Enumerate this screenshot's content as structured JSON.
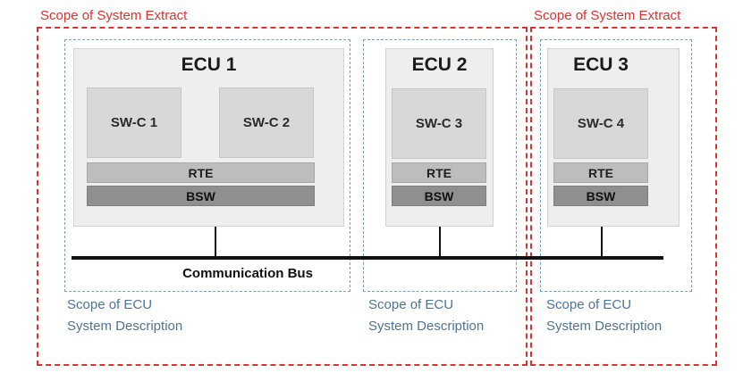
{
  "system_extract_label": "Scope of System Extract",
  "ecus": [
    {
      "title": "ECU 1",
      "swcs": [
        "SW-C 1",
        "SW-C 2"
      ],
      "rte": "RTE",
      "bsw": "BSW"
    },
    {
      "title": "ECU 2",
      "swcs": [
        "SW-C 3"
      ],
      "rte": "RTE",
      "bsw": "BSW"
    },
    {
      "title": "ECU 3",
      "swcs": [
        "SW-C 4"
      ],
      "rte": "RTE",
      "bsw": "BSW"
    }
  ],
  "ecu_scope_label": [
    "Scope of ECU",
    "System Description"
  ],
  "bus_label": "Communication Bus",
  "colors": {
    "system_extract": "#e03030",
    "ecu_scope": "#7f9db5",
    "ecu_scope_text": "#4e7495"
  }
}
